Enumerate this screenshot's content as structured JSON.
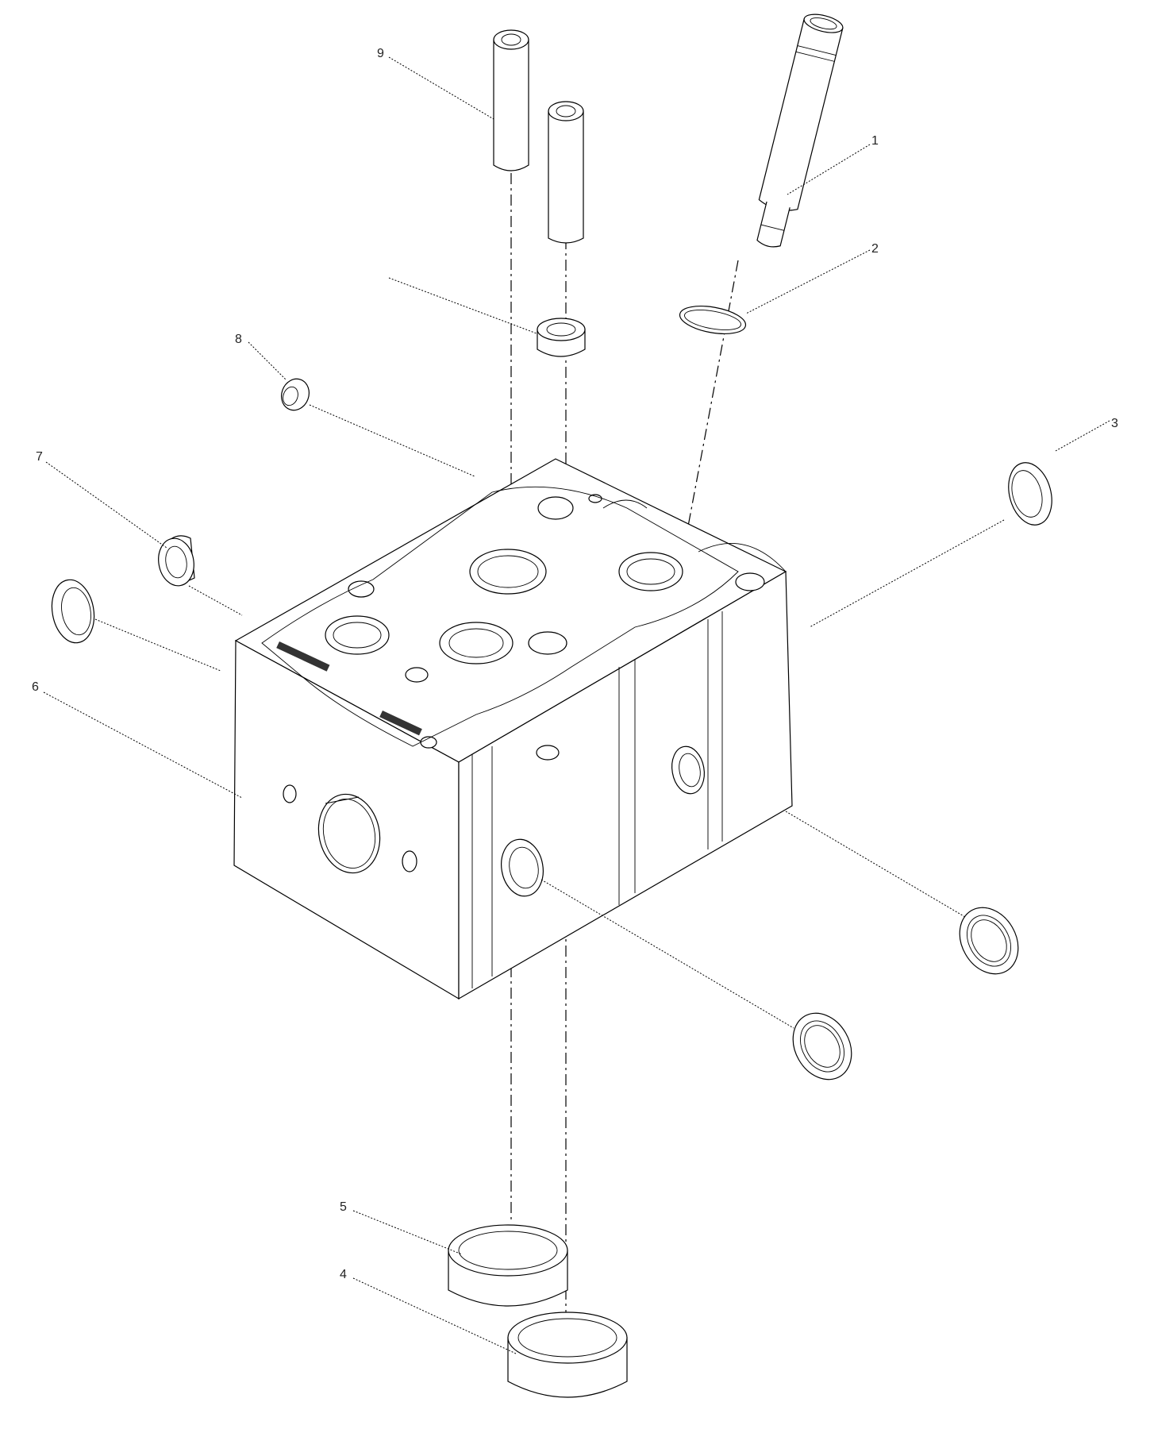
{
  "diagram": {
    "callouts": [
      {
        "id": "1",
        "label": "1"
      },
      {
        "id": "2",
        "label": "2"
      },
      {
        "id": "3",
        "label": "3"
      },
      {
        "id": "4",
        "label": "4"
      },
      {
        "id": "5",
        "label": "5"
      },
      {
        "id": "6",
        "label": "6"
      },
      {
        "id": "7",
        "label": "7"
      },
      {
        "id": "8",
        "label": "8"
      },
      {
        "id": "9",
        "label": "9"
      }
    ],
    "parts": [
      "injector-tube",
      "o-ring",
      "cup-plug-right",
      "valve-seat-insert-lower",
      "valve-seat-insert-upper",
      "cylinder-head",
      "cup-plug-left",
      "small-plug",
      "valve-guide",
      "side-plug-front",
      "side-plug-right-lower",
      "guide-ring"
    ]
  }
}
